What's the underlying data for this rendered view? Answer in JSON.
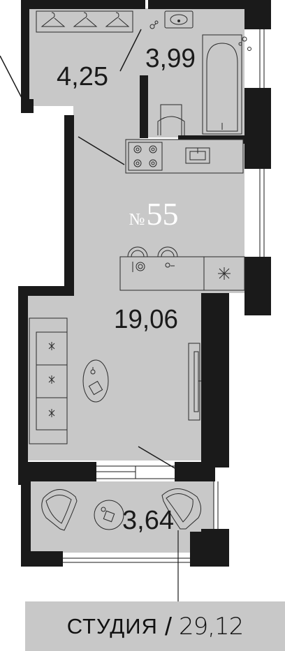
{
  "apartment": {
    "number_prefix": "№",
    "number": "55"
  },
  "rooms": {
    "wardrobe_area": "4,25",
    "bathroom_area": "3,99",
    "living_area": "19,06",
    "balcony_area": "3,64"
  },
  "summary": {
    "type": "СТУДИЯ",
    "separator": "/",
    "total_area": "29,12"
  },
  "colors": {
    "wall": "#1a1a1a",
    "floor": "#c8c8c8",
    "furniture_stroke": "#2a2a2a",
    "background": "#ffffff"
  }
}
